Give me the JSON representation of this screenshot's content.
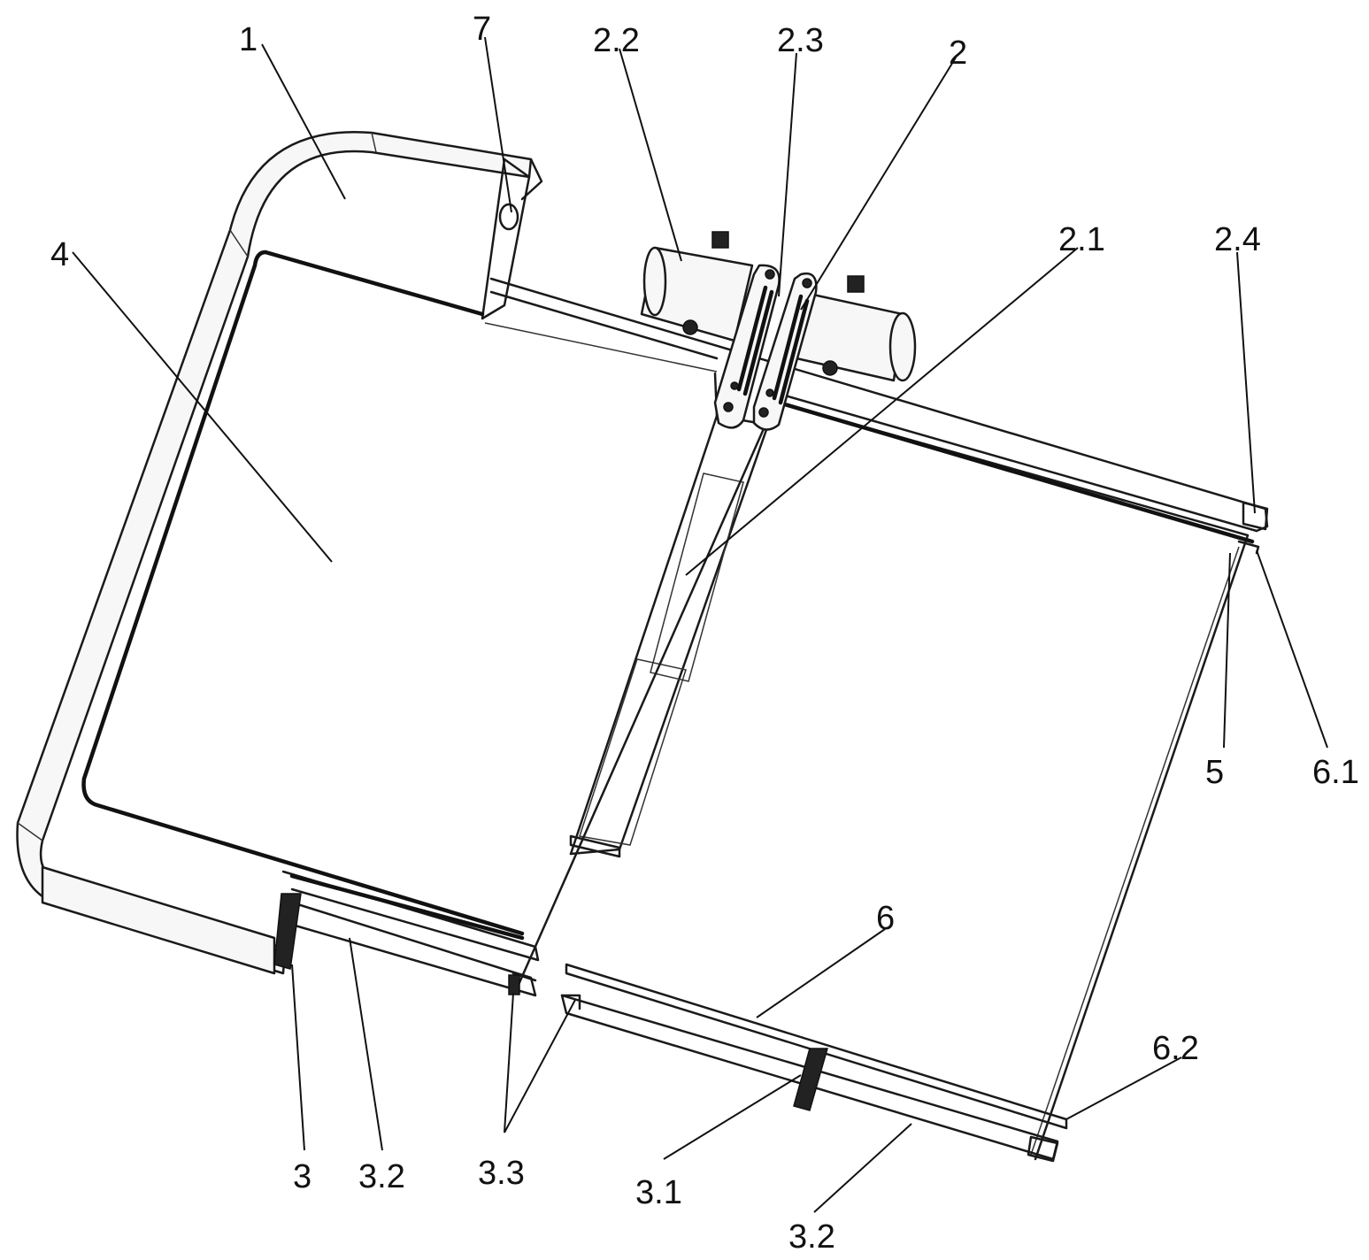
{
  "figure": {
    "labels": [
      {
        "key": "frame",
        "text": "1"
      },
      {
        "key": "lock",
        "text": "7"
      },
      {
        "key": "motor",
        "text": "2.2"
      },
      {
        "key": "hinge",
        "text": "2.3"
      },
      {
        "key": "second-panel",
        "text": "2"
      },
      {
        "key": "panel-body",
        "text": "2.1"
      },
      {
        "key": "end-cap",
        "text": "2.4"
      },
      {
        "key": "first-panel",
        "text": "4"
      },
      {
        "key": "seal",
        "text": "5"
      },
      {
        "key": "rail-end-top",
        "text": "6.1"
      },
      {
        "key": "rail",
        "text": "6"
      },
      {
        "key": "rail-end-bottom",
        "text": "6.2"
      },
      {
        "key": "support",
        "text": "3"
      },
      {
        "key": "track-left",
        "text": "3.2"
      },
      {
        "key": "guide-pin",
        "text": "3.3"
      },
      {
        "key": "roller",
        "text": "3.1"
      },
      {
        "key": "track-right",
        "text": "3.2"
      }
    ]
  }
}
